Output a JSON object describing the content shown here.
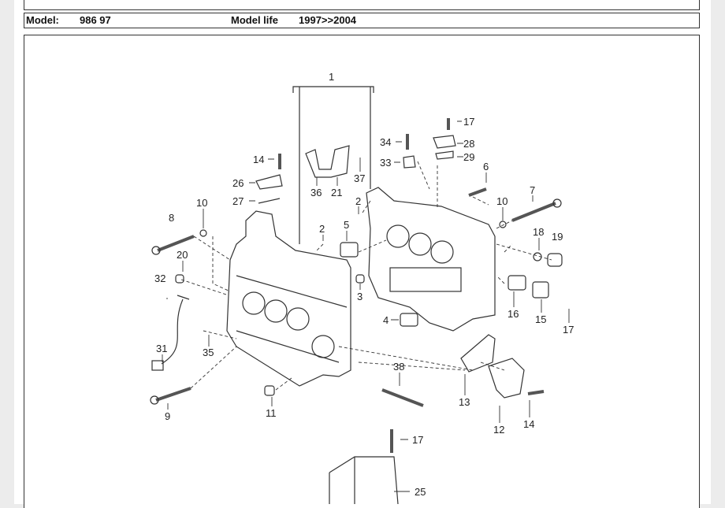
{
  "header": {
    "model_label": "Model:",
    "model_value": "986 97",
    "model_life_label": "Model life",
    "model_life_value": "1997>>2004"
  },
  "diagram": {
    "callouts": [
      "1",
      "17",
      "34",
      "28",
      "14",
      "33",
      "29",
      "37",
      "6",
      "26",
      "36",
      "21",
      "7",
      "27",
      "2",
      "10",
      "10",
      "8",
      "2",
      "5",
      "18",
      "19",
      "20",
      "32",
      "3",
      "16",
      "15",
      "4",
      "17",
      "31",
      "35",
      "38",
      "13",
      "14",
      "11",
      "9",
      "12",
      "17",
      "25"
    ]
  }
}
